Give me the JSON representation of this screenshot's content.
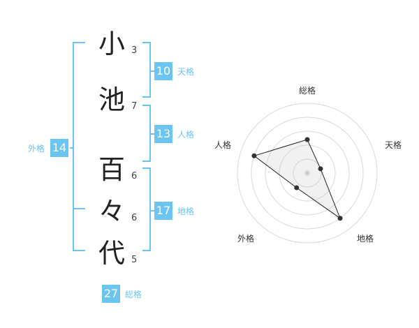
{
  "name": {
    "chars": [
      {
        "char": "小",
        "strokes": "3"
      },
      {
        "char": "池",
        "strokes": "7"
      },
      {
        "char": "百",
        "strokes": "6"
      },
      {
        "char": "々",
        "strokes": "6"
      },
      {
        "char": "代",
        "strokes": "5"
      }
    ]
  },
  "kaku": {
    "tenkaku": {
      "value": "10",
      "label": "天格"
    },
    "jinkaku": {
      "value": "13",
      "label": "人格"
    },
    "chikaku": {
      "value": "17",
      "label": "地格"
    },
    "gaikaku": {
      "value": "14",
      "label": "外格"
    },
    "soukaku": {
      "value": "27",
      "label": "総格"
    }
  },
  "colors": {
    "accent": "#6cc4f0",
    "text": "#333333"
  },
  "chart_data": {
    "type": "radar",
    "axes": [
      "総格",
      "天格",
      "地格",
      "外格",
      "人格"
    ],
    "values": [
      2.4,
      1.0,
      4.0,
      1.3,
      4.0
    ],
    "max": 5,
    "rings": 5
  }
}
